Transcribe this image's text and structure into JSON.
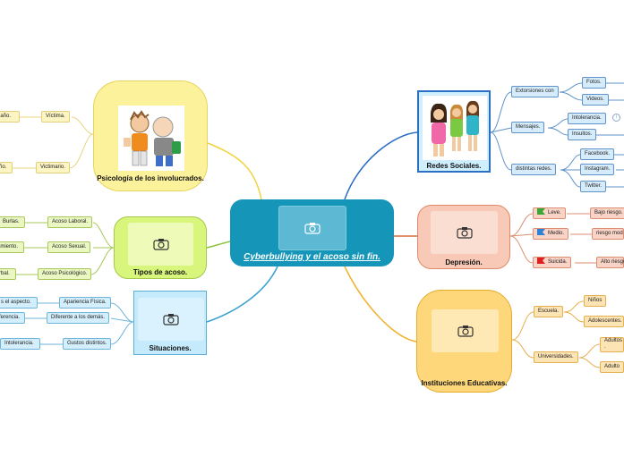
{
  "center": {
    "title": "Cyberbullying y el acoso sin fin."
  },
  "psicologia": {
    "title": "Psicología de los involucrados.",
    "children": [
      {
        "label": "Víctima.",
        "leaf": "daño."
      },
      {
        "label": "Victimario.",
        "leaf": "ño."
      }
    ]
  },
  "tipos": {
    "title": "Tipos de acoso.",
    "children": [
      {
        "label": "Acoso Laboral.",
        "leaf": "Burlas."
      },
      {
        "label": "Acoso Sexual.",
        "leaf": "amiento."
      },
      {
        "label": "Acoso Psicológico.",
        "leaf": "rbal."
      }
    ]
  },
  "situaciones": {
    "title": "Situaciones.",
    "children": [
      {
        "label": "Apariencia Física.",
        "leaf": "s el aspecto."
      },
      {
        "label": "Diferente a los demás.",
        "leaf": "ferencia."
      },
      {
        "label": "Gustos distintos.",
        "leaf": "Intolerancia."
      }
    ]
  },
  "redes": {
    "title": "Redes Sociales.",
    "children": [
      {
        "label": "Extorsiones con",
        "leaves": [
          "Fotos.",
          "Videos."
        ]
      },
      {
        "label": "Mensajes.",
        "leaves": [
          "Intolerancia.",
          "Insultos."
        ]
      },
      {
        "label": "distintas redes.",
        "leaves": [
          "Facebook.",
          "Instagram.",
          "Twitter."
        ]
      }
    ]
  },
  "depresion": {
    "title": "Depresión.",
    "children": [
      {
        "label": "Leve.",
        "leaf": "Bajo riesgo.",
        "flag_color": "#3aa832"
      },
      {
        "label": "Medio.",
        "leaf": "riesgo mod",
        "flag_color": "#2d82d6"
      },
      {
        "label": "Suicida.",
        "leaf": "Alto riesgo",
        "flag_color": "#e02020"
      }
    ]
  },
  "instituciones": {
    "title": "Instituciones Educativas.",
    "children": [
      {
        "label": "Escuela.",
        "leaves": [
          "Niños",
          "Adolescentes."
        ]
      },
      {
        "label": "Universidades.",
        "leaves": [
          "Adultos\n.",
          "Adulto"
        ]
      }
    ]
  },
  "icons": {
    "image_placeholder": "camera-icon",
    "info": "info-icon",
    "flag": "flag-icon"
  }
}
